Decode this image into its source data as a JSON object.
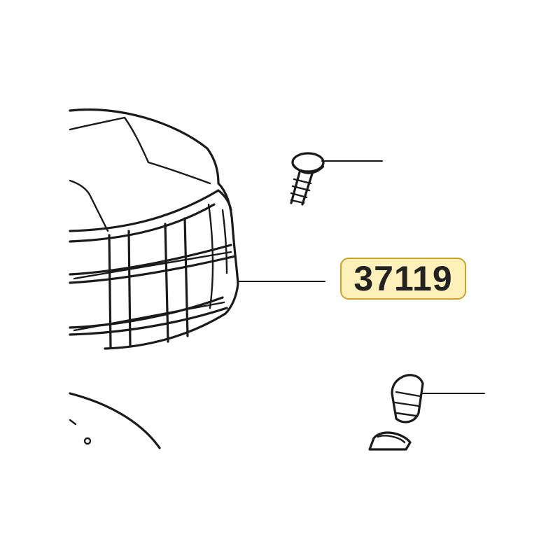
{
  "diagram": {
    "highlighted_part": {
      "number": "37119",
      "highlight_fill": "#fdf0b8",
      "highlight_border": "#c9a227"
    },
    "callouts": [
      {
        "part": "screw"
      },
      {
        "part": "housing",
        "label": "37119"
      },
      {
        "part": "bulb"
      }
    ]
  }
}
